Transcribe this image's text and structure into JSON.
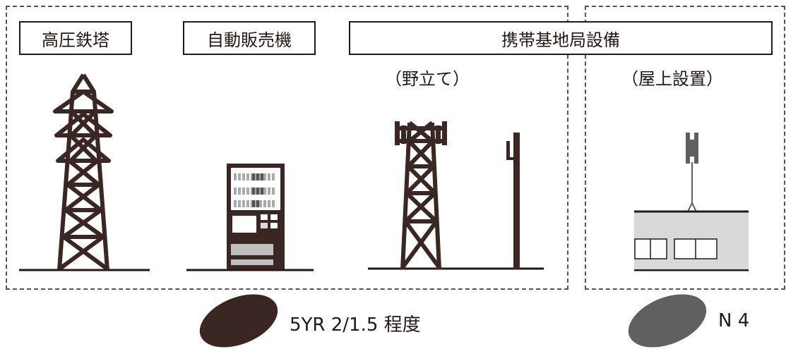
{
  "labels": {
    "pylon": "高圧鉄塔",
    "vending": "自動販売機",
    "base_station": "携帯基地局設備",
    "freestanding": "（野立て）",
    "rooftop": "（屋上設置）"
  },
  "legend": [
    {
      "text": "5YR 2/1.5 程度",
      "color": "#3a2723"
    },
    {
      "text": "N 4",
      "color": "#5f605f"
    }
  ],
  "colors": {
    "structure": "#3a2723",
    "rooftop_building": "#d9d9d9",
    "rooftop_antenna": "#5f605f"
  }
}
